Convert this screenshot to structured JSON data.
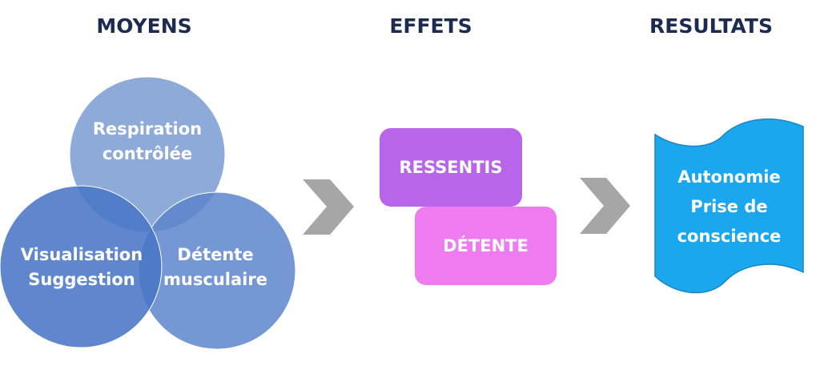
{
  "headings": {
    "moyens": "MOYENS",
    "effets": "EFFETS",
    "resultats": "RESULTATS"
  },
  "moyens": {
    "top": [
      "Respiration",
      "contrôlée"
    ],
    "left": [
      "Visualisation",
      "Suggestion"
    ],
    "right": [
      "Détente",
      "musculaire"
    ]
  },
  "effets": {
    "box1": "RESSENTIS",
    "box2": "DÉTENTE"
  },
  "resultats": [
    "Autonomie",
    "Prise de",
    "conscience"
  ],
  "colors": {
    "heading": "#1c2b4f",
    "circle": "#4472c4",
    "ressentis": "#b865ea",
    "detente": "#ee7cf0",
    "banner": "#1aa7ee",
    "chevron": "#a6a6a6"
  }
}
